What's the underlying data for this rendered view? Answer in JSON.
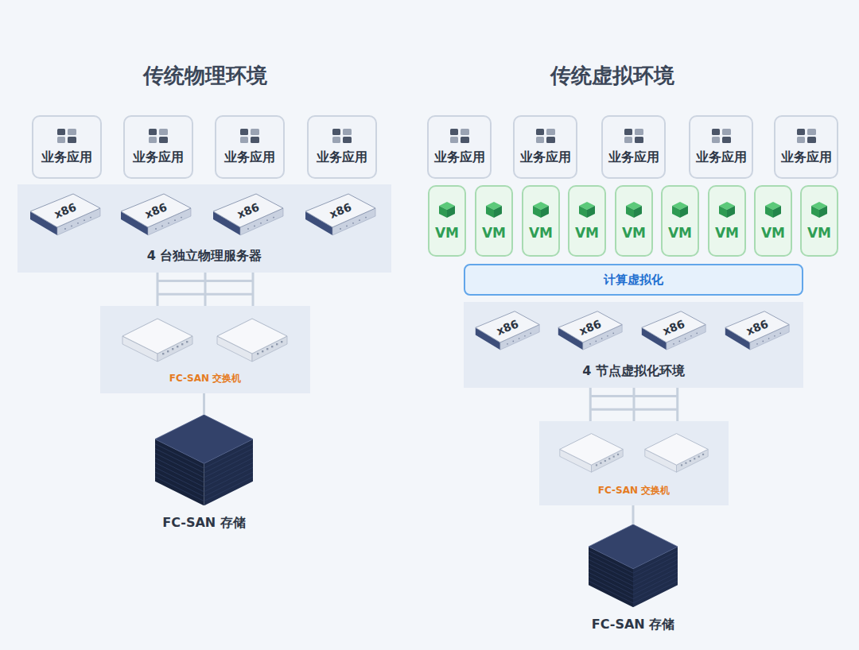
{
  "diagram": {
    "nodes": [
      {
        "text": [
          "业务应用"
        ]
      },
      {
        "text": [
          "业务应用"
        ]
      },
      {
        "text": [
          "业务应用"
        ]
      },
      {
        "text": [
          "业务应用"
        ]
      },
      {
        "text": [
          "4 台独立物理服务器"
        ]
      },
      {
        "text": [
          "x86"
        ],
        "in": 4
      },
      {
        "text": [
          "x86"
        ],
        "in": 4
      },
      {
        "text": [
          "x86"
        ],
        "in": 4
      },
      {
        "text": [
          "x86"
        ],
        "in": 4
      },
      {
        "text": [
          "FC-SAN 交换机"
        ]
      },
      {
        "text": [
          "FC-SAN 存储"
        ]
      },
      {
        "text": [
          "业务应用"
        ]
      },
      {
        "text": [
          "业务应用"
        ]
      },
      {
        "text": [
          "业务应用"
        ]
      },
      {
        "text": [
          "业务应用"
        ]
      },
      {
        "text": [
          "业务应用"
        ]
      },
      {
        "text": [
          "VM"
        ]
      },
      {
        "text": [
          "VM"
        ]
      },
      {
        "text": [
          "VM"
        ]
      },
      {
        "text": [
          "VM"
        ]
      },
      {
        "text": [
          "VM"
        ]
      },
      {
        "text": [
          "VM"
        ]
      },
      {
        "text": [
          "VM"
        ]
      },
      {
        "text": [
          "VM"
        ]
      },
      {
        "text": [
          "VM"
        ]
      },
      {
        "text": [
          "计算虚拟化"
        ]
      },
      {
        "text": [
          "4 节点虚拟化环境"
        ]
      },
      {
        "text": [
          "x86"
        ],
        "in": 26
      },
      {
        "text": [
          "x86"
        ],
        "in": 26
      },
      {
        "text": [
          "x86"
        ],
        "in": 26
      },
      {
        "text": [
          "x86"
        ],
        "in": 26
      },
      {
        "text": [
          "FC-SAN 交换机"
        ]
      },
      {
        "text": [
          "FC-SAN 存储"
        ]
      }
    ],
    "edges": [
      {
        "from": 4,
        "to": 9,
        "arrow": "none"
      },
      {
        "from": 9,
        "to": 10,
        "arrow": "none"
      },
      {
        "from": 26,
        "to": 31,
        "arrow": "none"
      },
      {
        "from": 31,
        "to": 32,
        "arrow": "none"
      }
    ],
    "labels": [
      "传统物理环境",
      "传统虚拟环境"
    ]
  }
}
